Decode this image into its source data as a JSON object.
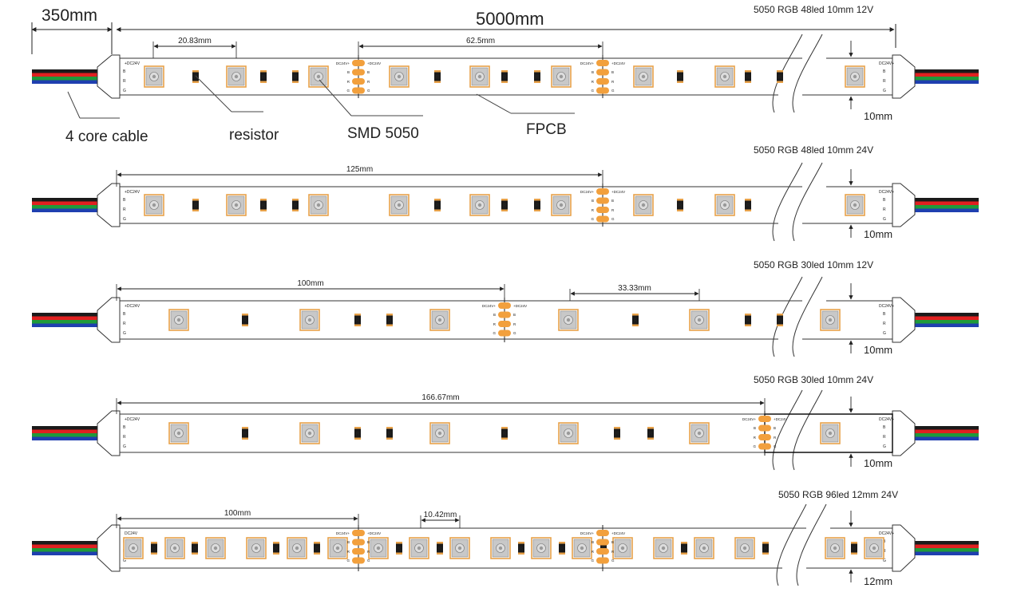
{
  "labels": {
    "top_cable_length": "350mm",
    "top_total_length": "5000mm",
    "top_led_pitch": "20.83mm",
    "top_cut_pitch": "62.5mm",
    "callout_cable": "4 core cable",
    "callout_resistor": "resistor",
    "callout_smd": "SMD 5050",
    "callout_fpcb": "FPCB",
    "pad_label_v": "DC24V+",
    "pad_label_v_short": "DC24V",
    "pad_b": "B",
    "pad_r": "R",
    "pad_g": "G",
    "resistor_mark": "R"
  },
  "strips": [
    {
      "spec": "5050 RGB  48led 10mm  12V",
      "width_label": "10mm",
      "dims": [
        "20.83mm",
        "62.5mm"
      ]
    },
    {
      "spec": "5050 RGB  48led 10mm  24V",
      "width_label": "10mm",
      "dims": [
        "125mm"
      ]
    },
    {
      "spec": "5050 RGB  30led 10mm  12V",
      "width_label": "10mm",
      "dims": [
        "100mm",
        "33.33mm"
      ]
    },
    {
      "spec": "5050 RGB  30led 10mm  24V",
      "width_label": "10mm",
      "dims": [
        "166.67mm"
      ]
    },
    {
      "spec": "5050 RGB  96led 12mm  24V",
      "width_label": "12mm",
      "dims": [
        "100mm",
        "10.42mm"
      ]
    }
  ],
  "colors": {
    "pad": "#f2a03d",
    "led_face": "#c8c8c8",
    "led_pad": "#e8a24a",
    "wire_black": "#1a1a1a",
    "wire_red": "#e02020",
    "wire_green": "#1f9a3a",
    "wire_blue": "#1f3fb0",
    "outline": "#333333"
  }
}
